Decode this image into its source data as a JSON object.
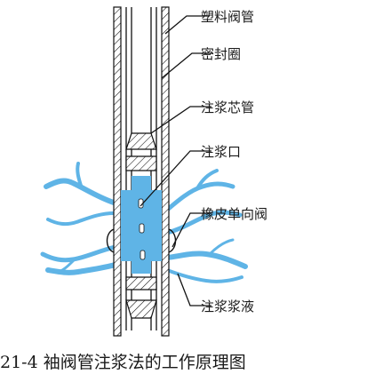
{
  "labels": {
    "plastic_sleeve_pipe": "塑料阀管",
    "seal_ring": "密封圈",
    "grout_core_pipe": "注浆芯管",
    "grout_port": "注浆口",
    "rubber_check_valve": "橡皮单向阀",
    "grout_slurry": "注浆浆液"
  },
  "caption": "21-4  袖阀管注浆法的工作原理图",
  "colors": {
    "grout_blue": "#5fb4e6",
    "line": "#111111"
  }
}
